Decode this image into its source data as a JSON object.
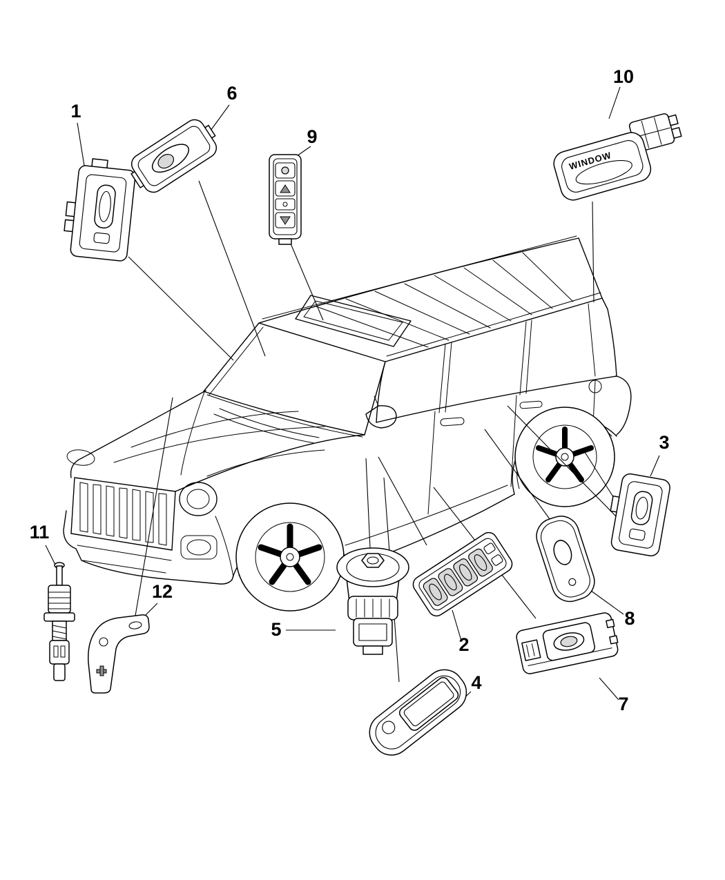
{
  "diagram": {
    "background_color": "#ffffff",
    "line_color": "#000000",
    "callouts": [
      {
        "label": "1"
      },
      {
        "label": "2"
      },
      {
        "label": "3"
      },
      {
        "label": "4"
      },
      {
        "label": "5"
      },
      {
        "label": "6"
      },
      {
        "label": "7"
      },
      {
        "label": "8"
      },
      {
        "label": "9"
      },
      {
        "label": "10"
      },
      {
        "label": "11"
      },
      {
        "label": "12"
      }
    ],
    "part_labels": {
      "window_bezel_text": "WINDOW"
    }
  }
}
